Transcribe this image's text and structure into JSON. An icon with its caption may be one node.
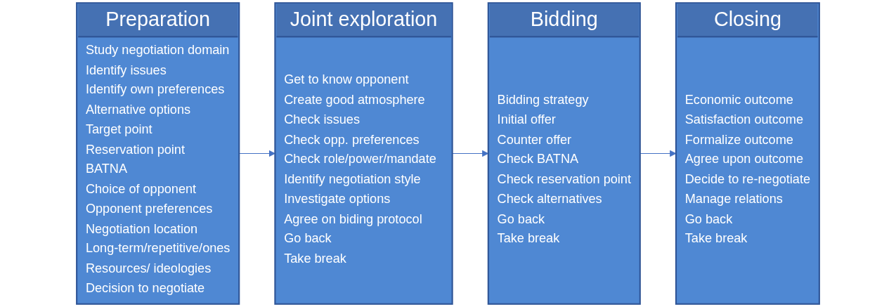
{
  "diagram": {
    "nodes": [
      {
        "text": [
          "Preparation",
          "Study negotiation domain",
          "Identify issues",
          "Identify own preferences",
          "Alternative options",
          "Target point",
          "Reservation point",
          "BATNA",
          "Choice of opponent",
          "Opponent preferences",
          "Negotiation location",
          "Long-term/repetitive/ones",
          "Resources/ ideologies",
          "Decision to negotiate"
        ]
      },
      {
        "text": [
          "Joint exploration",
          "Get to know opponent",
          "Create good atmosphere",
          "Check issues",
          "Check opp. preferences",
          "Check role/power/mandate",
          "Identify negotiation style",
          "Investigate options",
          "Agree on biding protocol",
          "Go back",
          "Take break"
        ]
      },
      {
        "text": [
          "Bidding",
          "Bidding strategy",
          "Initial offer",
          "Counter offer",
          "Check BATNA",
          "Check reservation point",
          "Check alternatives",
          "Go back",
          "Take break"
        ]
      },
      {
        "text": [
          "Closing",
          "Economic outcome",
          "Satisfaction outcome",
          "Formalize outcome",
          "Agree upon outcome",
          "Decide to re-negotiate",
          "Manage relations",
          "Go back",
          "Take break"
        ]
      }
    ],
    "edges": [
      {
        "from": 0,
        "to": 1,
        "arrow": "to"
      },
      {
        "from": 1,
        "to": 2,
        "arrow": "to"
      },
      {
        "from": 2,
        "to": 3,
        "arrow": "to"
      }
    ]
  }
}
